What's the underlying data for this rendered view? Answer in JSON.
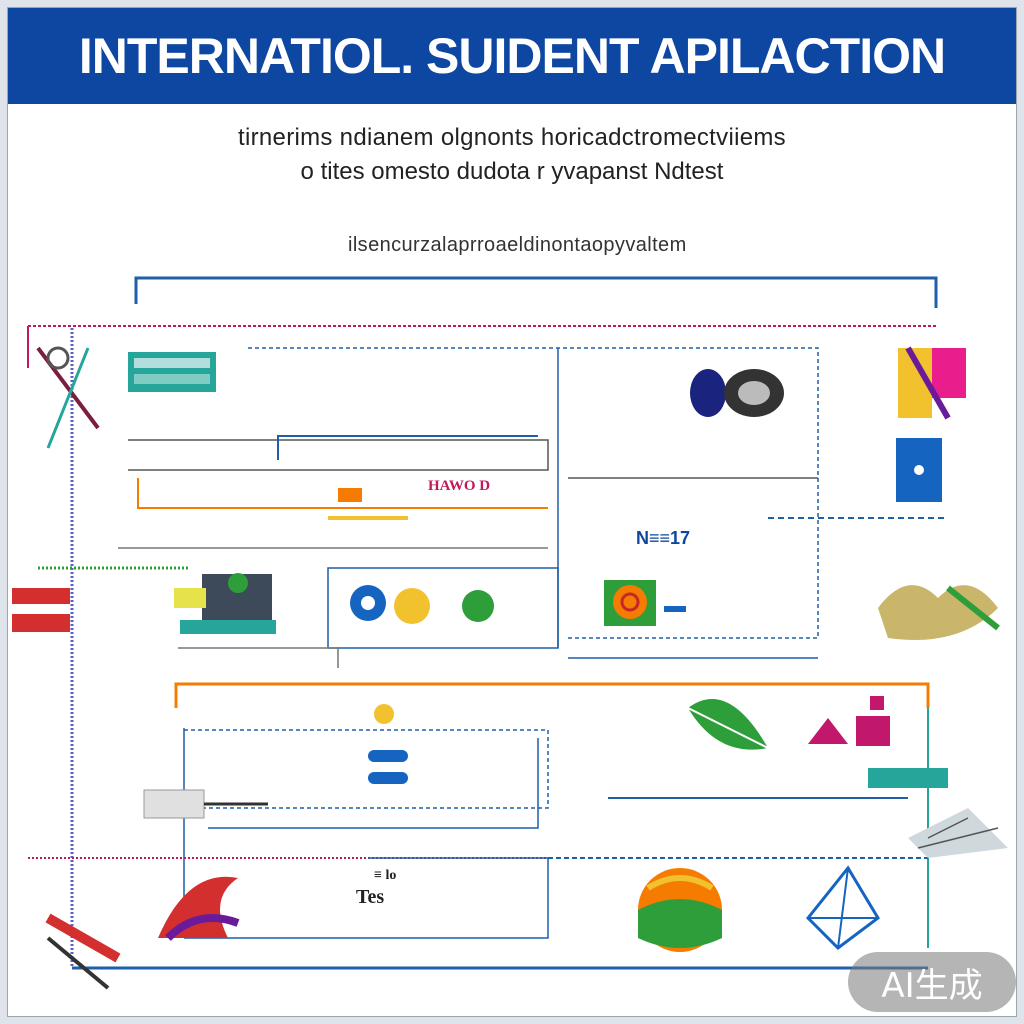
{
  "header": {
    "title": "INTERNATIOL. SUIDENT APILACTION"
  },
  "subtitle": {
    "line1": "tirnerims ndianem olgnonts  horicadctromectviiems",
    "line2": "o tites omesto dudota  r yvapanst Ndtest",
    "line3": "ilsencurzalaprroaeldinontaopyvaltem"
  },
  "labels": {
    "node_a": "HAWO D",
    "node_b": "N≡≡17",
    "node_c": "Tes",
    "node_d": "≡ lo"
  },
  "watermark": "AI生成",
  "colors": {
    "title_bar": "#0d47a1",
    "line_blue": "#1f5fa8",
    "line_red": "#c2185b",
    "line_orange": "#f57c00",
    "line_teal": "#26a69a",
    "accent_green": "#2e9e3a",
    "accent_magenta": "#c2186b",
    "accent_yellow": "#f2c12e"
  }
}
